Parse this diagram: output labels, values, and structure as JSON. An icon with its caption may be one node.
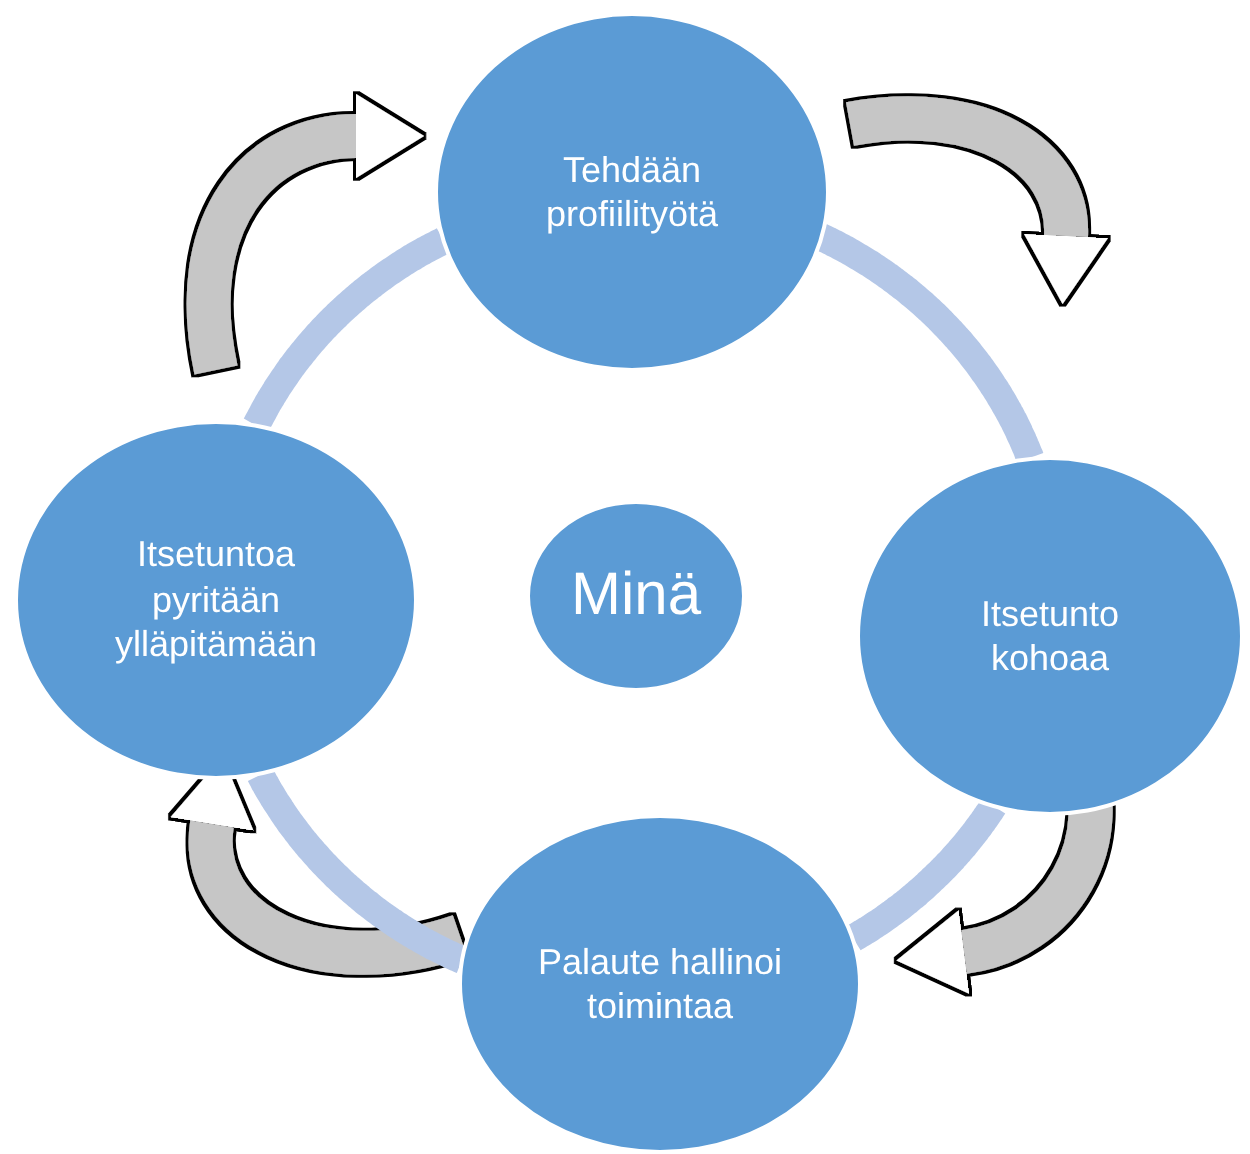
{
  "diagram": {
    "nodes": [
      {
        "text": [
          "Tehdään profiilityötä"
        ]
      },
      {
        "text": [
          "Itsetunto kohoaa"
        ]
      },
      {
        "text": [
          "Palaute hallinoi toimintaa"
        ]
      },
      {
        "text": [
          "Itsetuntoa pyritään ylläpitämään"
        ]
      },
      {
        "text": [
          "Minä"
        ]
      }
    ],
    "edges": [
      {
        "from": 3,
        "to": 0,
        "arrow": "to",
        "color": "#c6c6c6"
      },
      {
        "from": 0,
        "to": 1,
        "arrow": "to",
        "color": "#c6c6c6"
      },
      {
        "from": 1,
        "to": 2,
        "arrow": "to",
        "color": "#c6c6c6"
      },
      {
        "from": 2,
        "to": 3,
        "arrow": "to",
        "color": "#c6c6c6"
      },
      {
        "from": 0,
        "to": 1,
        "arrow": "none",
        "color": "#b4c7e7"
      },
      {
        "from": 1,
        "to": 2,
        "arrow": "none",
        "color": "#b4c7e7"
      },
      {
        "from": 2,
        "to": 3,
        "arrow": "none",
        "color": "#b4c7e7"
      },
      {
        "from": 3,
        "to": 0,
        "arrow": "none",
        "color": "#b4c7e7"
      }
    ]
  }
}
